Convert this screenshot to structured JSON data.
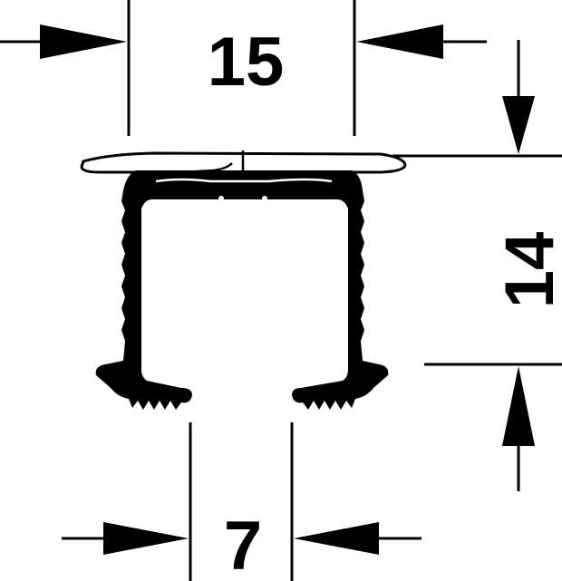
{
  "dimensions": {
    "top_width": "15",
    "height": "14",
    "slot_width": "7"
  },
  "colors": {
    "ink": "#000000",
    "background": "#ffffff",
    "cap_fill": "#ffffff"
  }
}
